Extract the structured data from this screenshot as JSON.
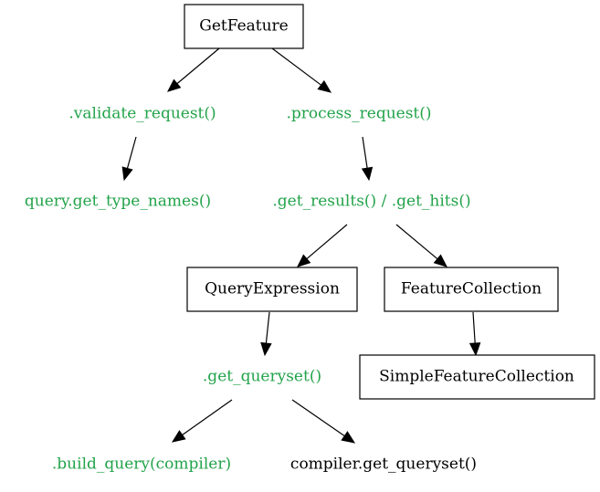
{
  "colors": {
    "method": "#22a34a",
    "class": "#000000",
    "edge": "#000000"
  },
  "nodes": {
    "getfeature": {
      "label": "GetFeature",
      "kind": "class"
    },
    "validate_request": {
      "label": ".validate_request()",
      "kind": "method"
    },
    "process_request": {
      "label": ".process_request()",
      "kind": "method"
    },
    "get_type_names": {
      "label": "query.get_type_names()",
      "kind": "method"
    },
    "get_results": {
      "label": ".get_results() / .get_hits()",
      "kind": "method"
    },
    "query_expression": {
      "label": "QueryExpression",
      "kind": "class"
    },
    "feature_collection": {
      "label": "FeatureCollection",
      "kind": "class"
    },
    "get_queryset": {
      "label": ".get_queryset()",
      "kind": "method"
    },
    "simple_feature_collection": {
      "label": "SimpleFeatureCollection",
      "kind": "class"
    },
    "build_query": {
      "label": ".build_query(compiler)",
      "kind": "method"
    },
    "compiler_get_queryset": {
      "label": "compiler.get_queryset()",
      "kind": "plain"
    }
  },
  "edges": [
    {
      "from": "getfeature",
      "to": "validate_request"
    },
    {
      "from": "getfeature",
      "to": "process_request"
    },
    {
      "from": "validate_request",
      "to": "get_type_names"
    },
    {
      "from": "process_request",
      "to": "get_results"
    },
    {
      "from": "get_results",
      "to": "query_expression"
    },
    {
      "from": "get_results",
      "to": "feature_collection"
    },
    {
      "from": "query_expression",
      "to": "get_queryset"
    },
    {
      "from": "feature_collection",
      "to": "simple_feature_collection"
    },
    {
      "from": "get_queryset",
      "to": "build_query"
    },
    {
      "from": "get_queryset",
      "to": "compiler_get_queryset"
    }
  ]
}
